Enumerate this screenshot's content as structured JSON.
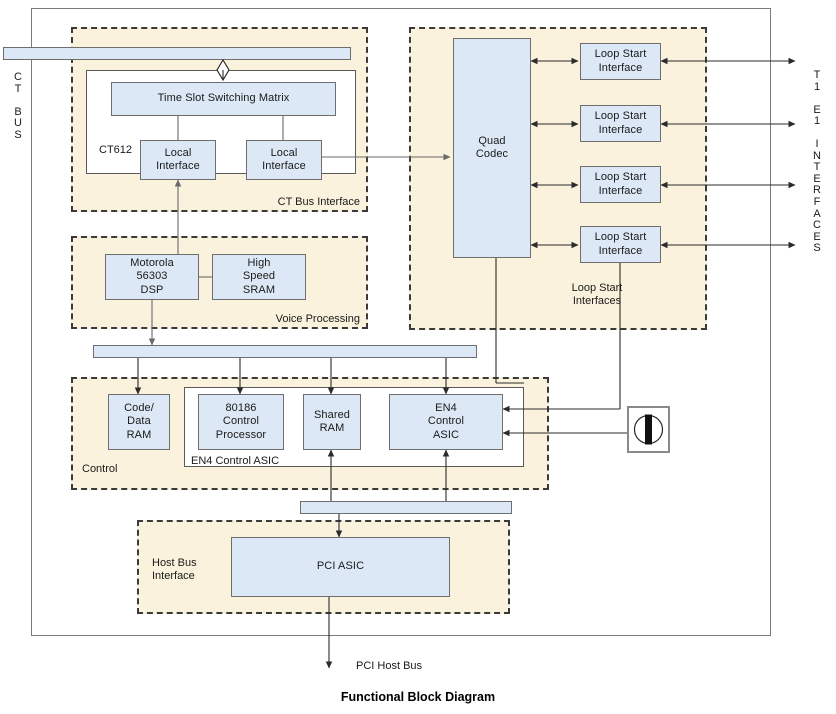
{
  "caption": "Functional Block Diagram",
  "edge_labels": {
    "ct_bus": "C\nT\n\nB\nU\nS",
    "t1e1": "T\n1\n\nE\n1\n\nI\nN\nT\nE\nR\nF\nA\nC\nE\nS",
    "pci_host_bus": "PCI Host Bus"
  },
  "regions": {
    "ct_bus_interface": "CT Bus Interface",
    "voice_processing": "Voice Processing",
    "control": "Control",
    "en4_control_asic_group": "EN4 Control ASIC",
    "loop_start_interfaces": "Loop Start\nInterfaces",
    "host_bus_interface": "Host Bus\nInterface"
  },
  "blocks": {
    "ct612": "CT612",
    "time_slot_switching_matrix": "Time Slot Switching Matrix",
    "local_interface_1": "Local\nInterface",
    "local_interface_2": "Local\nInterface",
    "motorola_dsp": "Motorola\n56303\nDSP",
    "high_speed_sram": "High\nSpeed\nSRAM",
    "code_data_ram": "Code/\nData\nRAM",
    "control_processor": "80186\nControl\nProcessor",
    "shared_ram": "Shared\nRAM",
    "en4_control_asic": "EN4\nControl\nASIC",
    "pci_asic": "PCI ASIC",
    "quad_codec": "Quad\nCodec",
    "loop_start_interface_1": "Loop Start\nInterface",
    "loop_start_interface_2": "Loop Start\nInterface",
    "loop_start_interface_3": "Loop Start\nInterface",
    "loop_start_interface_4": "Loop Start\nInterface"
  },
  "colors": {
    "block_fill": "#dce8f5",
    "block_border": "#6e6e6e",
    "region_fill": "#faf2dd",
    "region_border": "#3a3a3a",
    "wire": "#3a3a3a",
    "frame": "#7a7a7a"
  }
}
